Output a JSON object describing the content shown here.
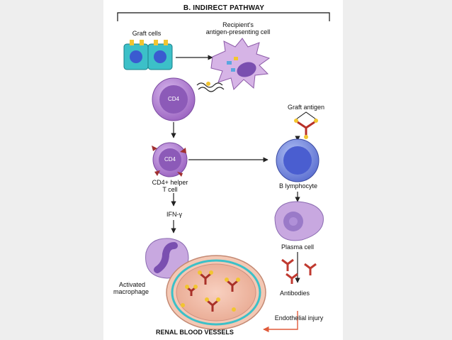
{
  "title": "B. INDIRECT PATHWAY",
  "labels": {
    "graft_cells": "Graft cells",
    "apc_line1": "Recipient's",
    "apc_line2": "antigen-presenting cell",
    "cd4_top": "CD4",
    "cd4_mid": "CD4",
    "graft_antigen": "Graft antigen",
    "helper_line1": "CD4+ helper",
    "helper_line2": "T cell",
    "b_lymphocyte": "B lymphocyte",
    "ifn": "IFN-γ",
    "plasma_cell": "Plasma cell",
    "macrophage_line1": "Activated",
    "macrophage_line2": "macrophage",
    "antibodies": "Antibodies",
    "endothelial_injury": "Endothelial injury",
    "renal_vessels": "RENAL BLOOD VESSELS"
  },
  "colors": {
    "page_bg": "#eeeeee",
    "panel_bg": "#ffffff",
    "graft_cell": "#3cc0c8",
    "apc": "#d6b4e6",
    "t_cell": "#a874c8",
    "b_cell": "#7f92e0",
    "plasma": "#c8a8e0",
    "vessel": "#e8a890",
    "antibody": "#c03a30",
    "arrow_red": "#e05a3a"
  }
}
